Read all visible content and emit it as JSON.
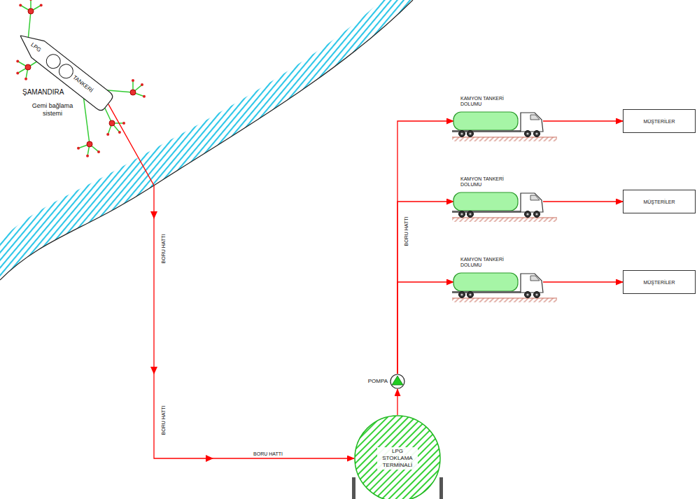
{
  "diagram": {
    "nodes": [
      {
        "text": [
          "LPG",
          "TANKERİ"
        ]
      },
      {
        "text": [
          "LPG STOKLAMA TERMİNALİ"
        ]
      },
      {
        "text": [
          "POMPA"
        ]
      },
      {
        "text": [
          "KAMYON TANKERİ DOLUMU"
        ]
      },
      {
        "text": [
          "MÜŞTERİLER"
        ]
      },
      {
        "text": [
          "KAMYON TANKERİ DOLUMU"
        ]
      },
      {
        "text": [
          "MÜŞTERİLER"
        ]
      },
      {
        "text": [
          "KAMYON TANKERİ DOLUMU"
        ]
      },
      {
        "text": [
          "MÜŞTERİLER"
        ]
      }
    ],
    "edges": [
      {
        "from": 0,
        "to": 1,
        "arrow": "to",
        "label": "BORU HATTI"
      },
      {
        "from": 1,
        "to": 2,
        "arrow": "to"
      },
      {
        "from": 2,
        "to": 3,
        "arrow": "to"
      },
      {
        "from": 3,
        "to": 4,
        "arrow": "to"
      },
      {
        "from": 2,
        "to": 5,
        "arrow": "to"
      },
      {
        "from": 5,
        "to": 6,
        "arrow": "to"
      },
      {
        "from": 2,
        "to": 7,
        "arrow": "to"
      },
      {
        "from": 7,
        "to": 8,
        "arrow": "to"
      }
    ],
    "labels": [
      "ŞAMANDIRA",
      "Gemi bağlama sistemi",
      "BORU HATTI",
      "BORU HATTI",
      "BORU HATTI"
    ]
  }
}
